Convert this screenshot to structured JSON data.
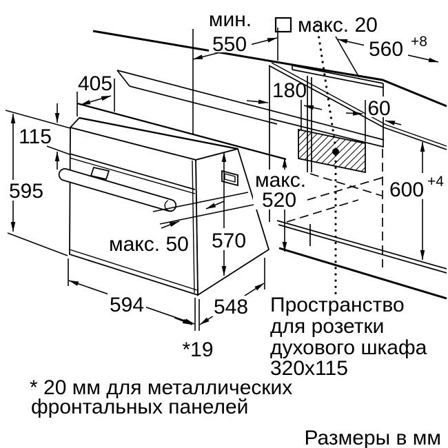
{
  "diagram": {
    "kind": "oven-installation-dimension-drawing",
    "units_note": "Размеры в мм",
    "colors": {
      "line": "#000000",
      "background": "#ffffff"
    }
  },
  "dimensions": {
    "counter_depth": {
      "prefix": "мин.",
      "value": "550"
    },
    "front_gap": {
      "label": "макс. 20"
    },
    "niche_width": {
      "value": "560",
      "tolerance": "+8"
    },
    "top_depth": {
      "value": "405"
    },
    "panel_height": {
      "value": "115"
    },
    "oven_height": {
      "value": "595"
    },
    "socket_rear_offset": {
      "value": "180"
    },
    "socket_side_offset": {
      "value": "60"
    },
    "niche_height": {
      "value": "600",
      "tolerance": "+4"
    },
    "niche_depth": {
      "prefix": "макс.",
      "value": "520"
    },
    "oven_body_depth": {
      "value": "570"
    },
    "handle_clearance": {
      "label": "макс. 50"
    },
    "oven_width": {
      "value": "594"
    },
    "oven_depth": {
      "value": "548"
    },
    "door_offset": {
      "value": "*19"
    }
  },
  "socket_note": {
    "line1": "Пространство",
    "line2": "для розетки",
    "line3": "духового шкафа",
    "line4": "320x115"
  },
  "footnote": {
    "line1": "* 20 мм для металлических",
    "line2": "фронтальных панелей"
  }
}
